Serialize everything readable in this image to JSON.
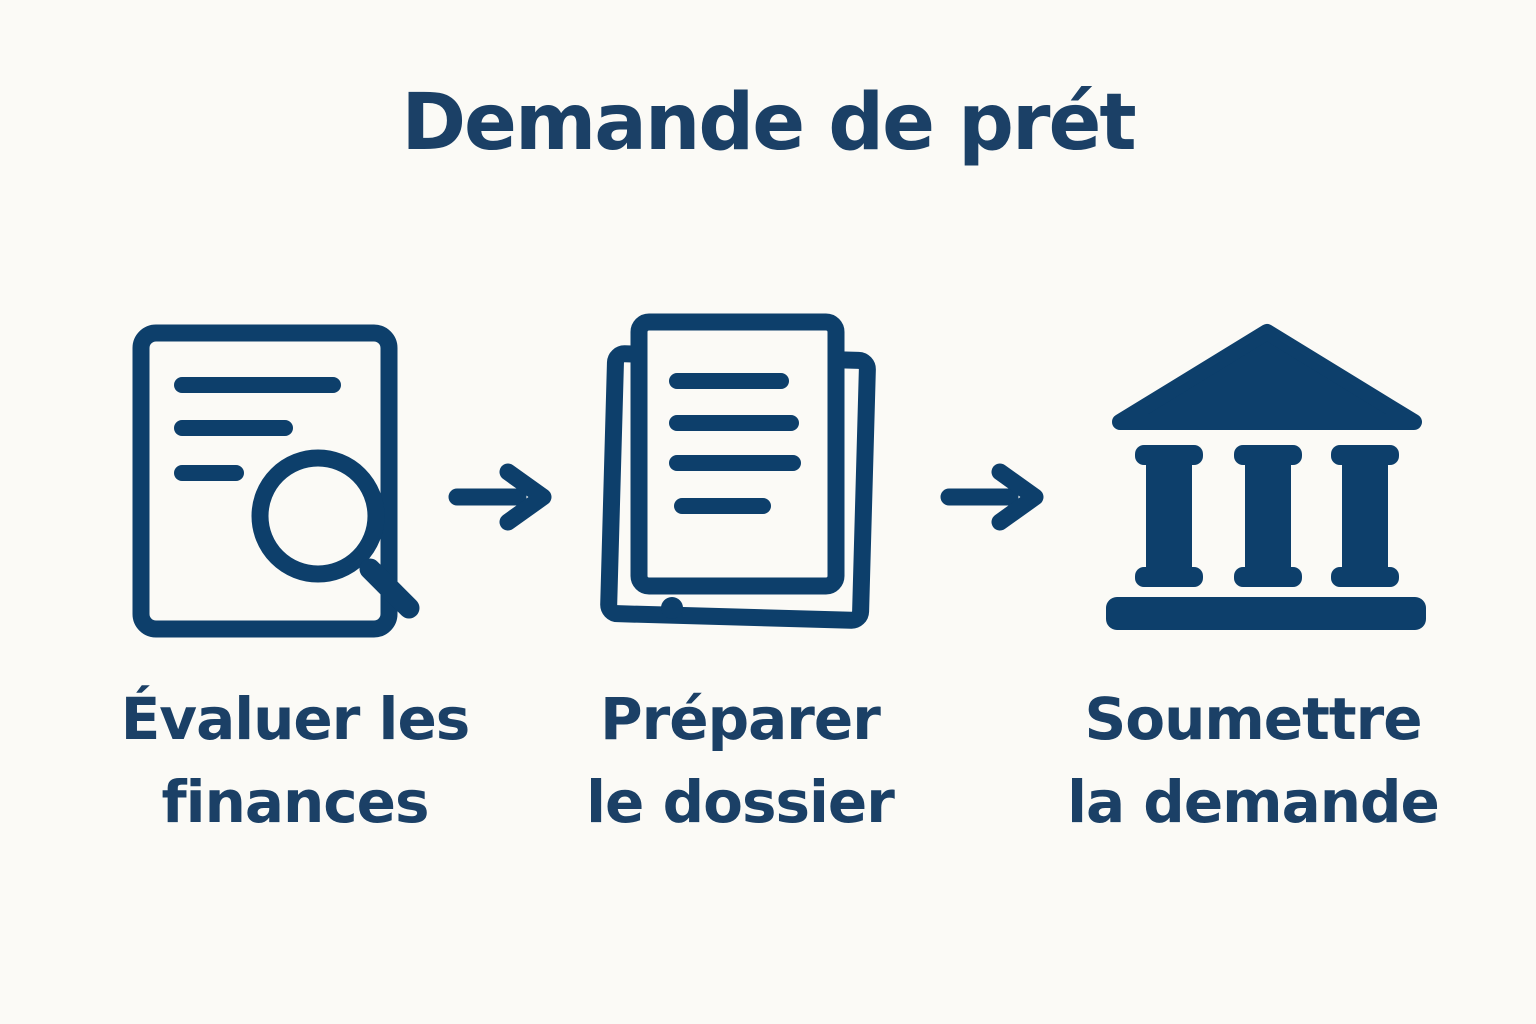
{
  "title": "Demande de prét",
  "colors": {
    "accent_blue": "#0D3F6B",
    "text_blue": "#1B4066",
    "background": "#FBFAF6"
  },
  "steps": [
    {
      "icon": "document-magnifier-icon",
      "label_line1": "Évaluer les",
      "label_line2": "finances"
    },
    {
      "icon": "stacked-documents-icon",
      "label_line1": "Préparer",
      "label_line2": "le dossier"
    },
    {
      "icon": "bank-building-icon",
      "label_line1": "Soumettre",
      "label_line2": "la demande"
    }
  ],
  "connectors": [
    {
      "icon": "arrow-right-icon"
    },
    {
      "icon": "arrow-right-icon"
    }
  ]
}
